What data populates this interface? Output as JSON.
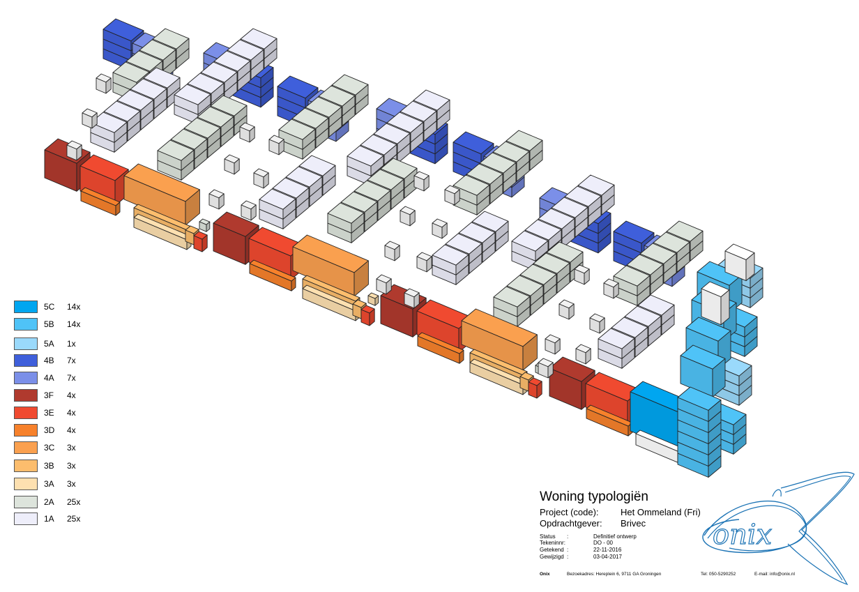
{
  "legend": [
    {
      "code": "5C",
      "count": "14x",
      "color": "#00a6f0"
    },
    {
      "code": "5B",
      "count": "14x",
      "color": "#4fc3f7"
    },
    {
      "code": "5A",
      "count": "1x",
      "color": "#9ad9fb"
    },
    {
      "code": "4B",
      "count": "7x",
      "color": "#3f5fdb"
    },
    {
      "code": "4A",
      "count": "7x",
      "color": "#7b8fe8"
    },
    {
      "code": "3F",
      "count": "4x",
      "color": "#b03a2e"
    },
    {
      "code": "3E",
      "count": "4x",
      "color": "#f04a30"
    },
    {
      "code": "3D",
      "count": "4x",
      "color": "#f7812b"
    },
    {
      "code": "3C",
      "count": "3x",
      "color": "#faa04f"
    },
    {
      "code": "3B",
      "count": "3x",
      "color": "#fcbd6d"
    },
    {
      "code": "3A",
      "count": "3x",
      "color": "#fde0b0"
    },
    {
      "code": "2A",
      "count": "25x",
      "color": "#dde4dc"
    },
    {
      "code": "1A",
      "count": "25x",
      "color": "#eeeefa"
    }
  ],
  "titleblock": {
    "title": "Woning typologiën",
    "project_label": "Project (code):",
    "project_value": "Het Ommeland (Fri)",
    "client_label": "Opdrachtgever:",
    "client_value": "Brivec",
    "status_label": "Status",
    "status_value": "Definitief ontwerp",
    "drawing_no_label": "Tekeninnr:",
    "drawing_no_value": "DO - 00",
    "drawn_label": "Getekend",
    "drawn_value": "22-11-2016",
    "changed_label": "Gewijzigd",
    "changed_value": "03-04-2017",
    "colon": ":",
    "company": "Onix",
    "address": "Bezoekadres: Hereplein 6, 9711 GA Groningen",
    "phone": "Tel: 050-5290252",
    "email": "E-mail: info@onix.nl",
    "logo_text": "onix"
  }
}
